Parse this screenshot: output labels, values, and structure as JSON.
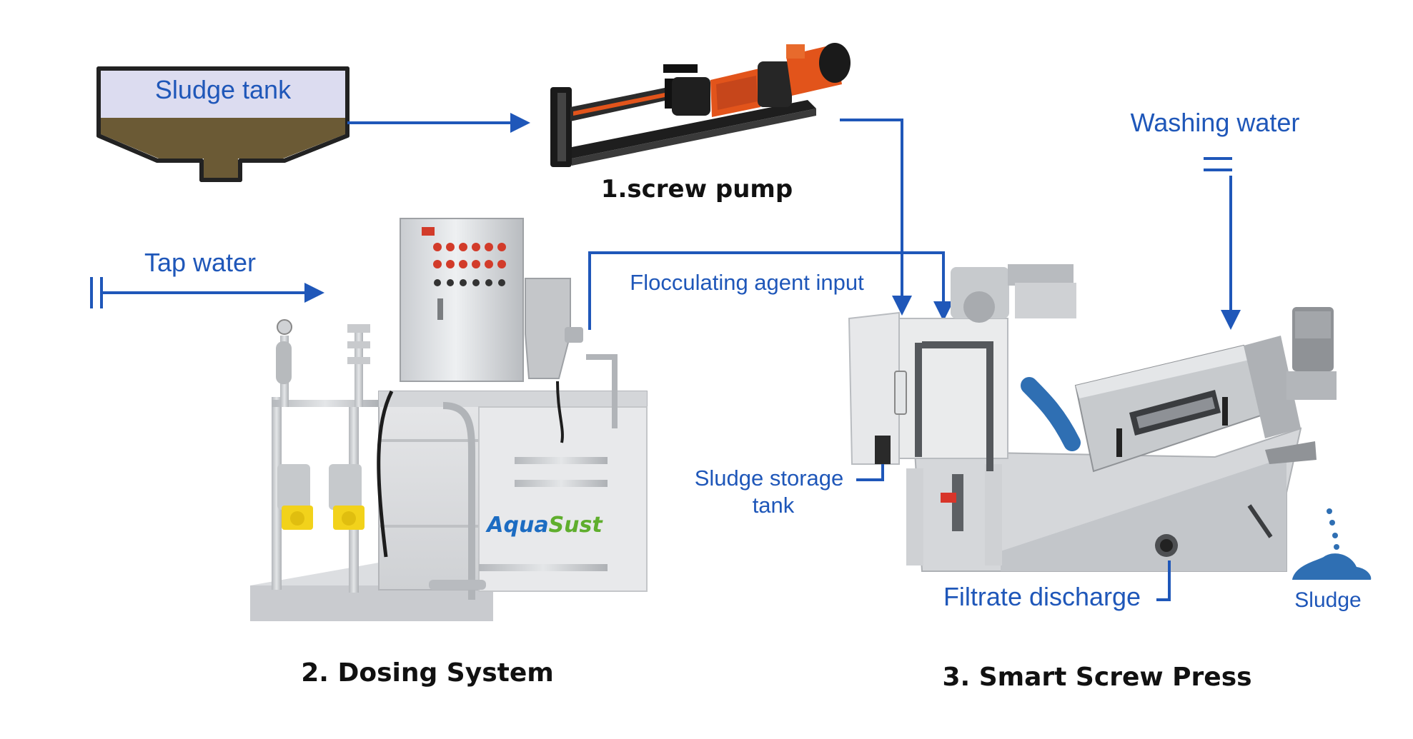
{
  "labels": {
    "sludge_tank": "Sludge tank",
    "screw_pump": "1.screw pump",
    "washing_water": "Washing water",
    "tap_water": "Tap water",
    "flocculating_agent_input": "Flocculating agent input",
    "sludge_storage_tank_line1": "Sludge storage",
    "sludge_storage_tank_line2": "tank",
    "filtrate_discharge": "Filtrate discharge",
    "sludge_output": "Sludge",
    "dosing_system": "2. Dosing System",
    "smart_screw_press": "3. Smart Screw Press"
  },
  "logo": {
    "part1": "Aqua",
    "part2": "Sust"
  },
  "colors": {
    "flow_blue": "#1f57b9",
    "sludge_brown": "#6b5a35",
    "tank_fill": "#dcdcf0",
    "steel": "#c8cacd",
    "pump_orange": "#e2541b",
    "pump_black": "#222222",
    "logo_blue": "#1c6cc2",
    "logo_green": "#5fae2d",
    "pump_yellow": "#f2d21b"
  },
  "icons": {
    "tank": "sludge-tank-icon",
    "pump": "screw-pump-icon",
    "dosing": "dosing-system-icon",
    "press": "screw-press-icon",
    "sludge_pile": "sludge-pile-icon"
  }
}
